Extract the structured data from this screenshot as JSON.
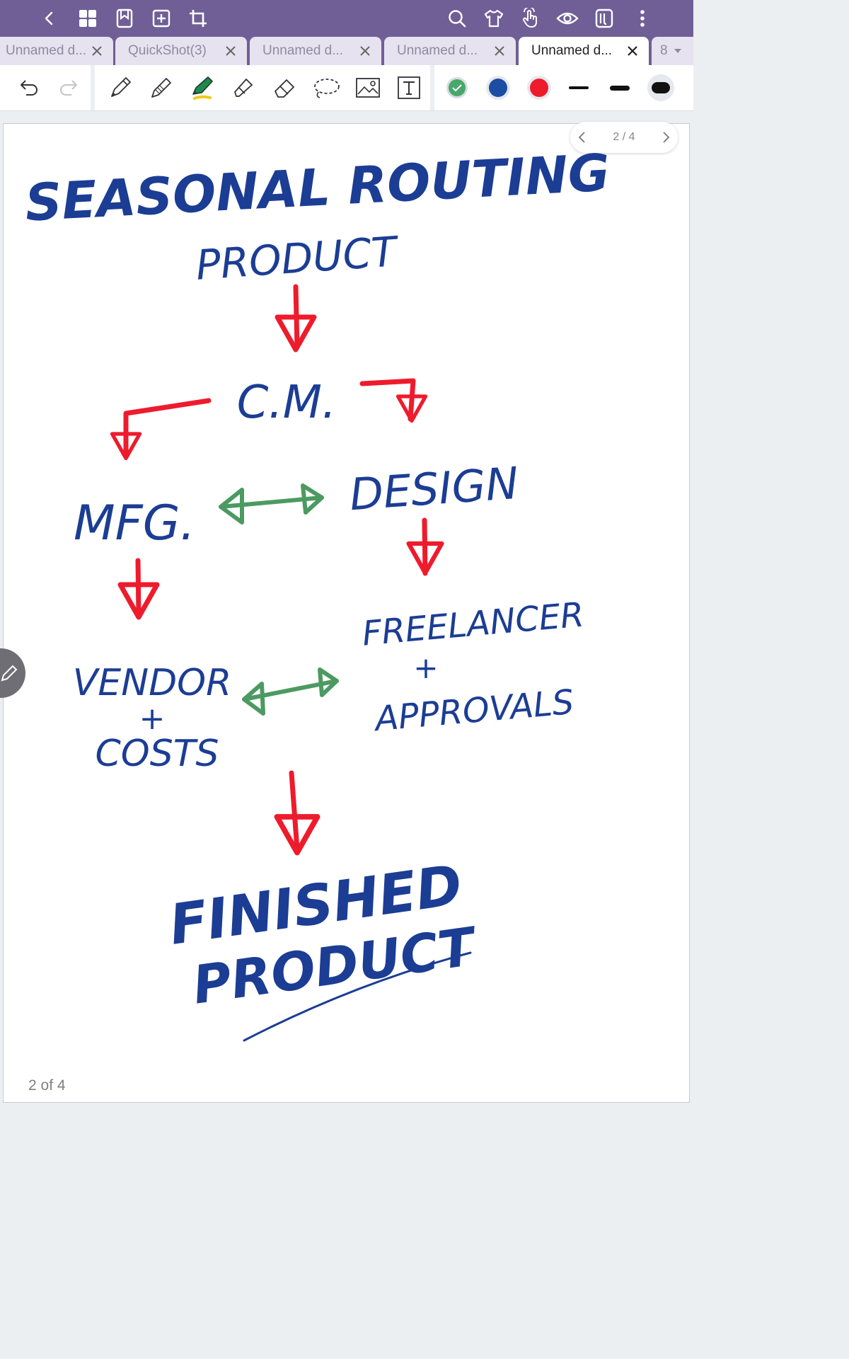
{
  "tabs": [
    {
      "label": "Unnamed d...",
      "active": false
    },
    {
      "label": "QuickShot(3)",
      "active": false
    },
    {
      "label": "Unnamed d...",
      "active": false
    },
    {
      "label": "Unnamed d...",
      "active": false
    },
    {
      "label": "Unnamed d...",
      "active": true
    }
  ],
  "tab_count": "8",
  "pager": {
    "indicator": "2 / 4"
  },
  "page_footer": "2 of 4",
  "colors": {
    "topbar": "#6f5f96",
    "ink_blue": "#1c3d94",
    "ink_red": "#ee1b2d",
    "ink_green": "#4c9a62",
    "swatch_green": "#48a76a",
    "swatch_blue": "#1c4da3",
    "swatch_red": "#ee1b2d"
  },
  "icons": {
    "topbar_left": [
      "back-icon",
      "grid-icon",
      "bookmark-icon",
      "add-page-icon",
      "crop-icon"
    ],
    "topbar_right": [
      "search-icon",
      "shirt-icon",
      "touch-icon",
      "eye-icon",
      "reader-icon",
      "more-icon"
    ],
    "tools": [
      "undo-icon",
      "redo-icon",
      "fountain-pen-icon",
      "pencil-icon",
      "highlighter-icon",
      "marker-icon",
      "eraser-icon",
      "lasso-icon",
      "image-icon",
      "text-icon"
    ]
  },
  "drawing": {
    "title": "SEASONAL ROUTING",
    "product": "PRODUCT",
    "cm": "C.M.",
    "design": "DESIGN",
    "mfg": "MFG.",
    "vendor": "VENDOR",
    "plus_left": "+",
    "costs": "COSTS",
    "freelancer": "FREELANCER",
    "plus_right": "+",
    "approvals": "APPROVALS",
    "finished": "FINISHED",
    "finished_product": "PRODUCT"
  }
}
